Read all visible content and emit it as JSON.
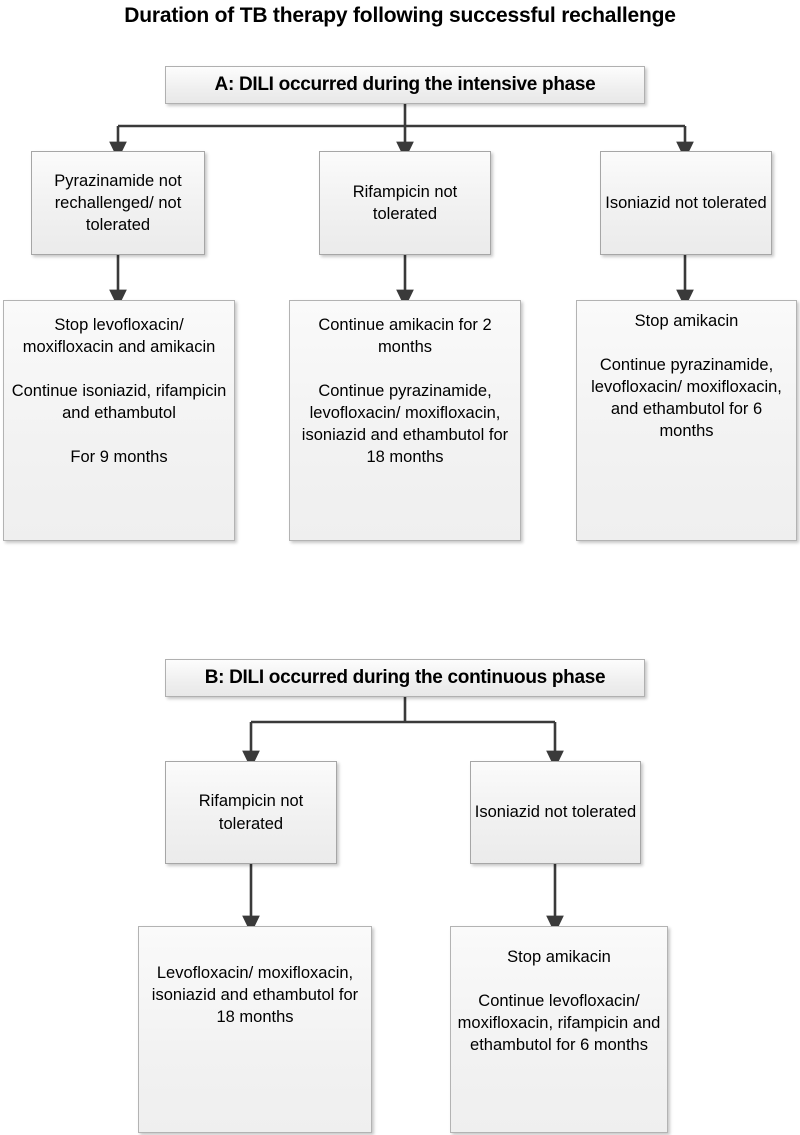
{
  "title": "Duration of TB therapy following successful rechallenge",
  "sections": {
    "a": {
      "header": "A: DILI occurred during the intensive phase",
      "conditions": [
        "Pyrazinamide not rechallenged/ not tolerated",
        "Rifampicin not tolerated",
        "Isoniazid not tolerated"
      ],
      "treatments": [
        "Stop levofloxacin/ moxifloxacin and amikacin\n\nContinue isoniazid, rifampicin and ethambutol\n\nFor 9 months",
        "Continue amikacin for 2 months\n\nContinue pyrazinamide, levofloxacin/ moxifloxacin, isoniazid and ethambutol for 18 months",
        "Stop amikacin\n\nContinue pyrazinamide, levofloxacin/ moxifloxacin,  and ethambutol for 6 months"
      ]
    },
    "b": {
      "header": "B: DILI occurred during the continuous phase",
      "conditions": [
        "Rifampicin not tolerated",
        "Isoniazid not tolerated"
      ],
      "treatments": [
        "Levofloxacin/ moxifloxacin, isoniazid and ethambutol for 18 months",
        "Stop amikacin\n\nContinue levofloxacin/ moxifloxacin, rifampicin and ethambutol for 6 months"
      ]
    }
  },
  "colors": {
    "box_border": "#a6a6a6",
    "box_fill": "#f1f1f1",
    "connector": "#404040",
    "text": "#000000",
    "background": "#ffffff"
  }
}
